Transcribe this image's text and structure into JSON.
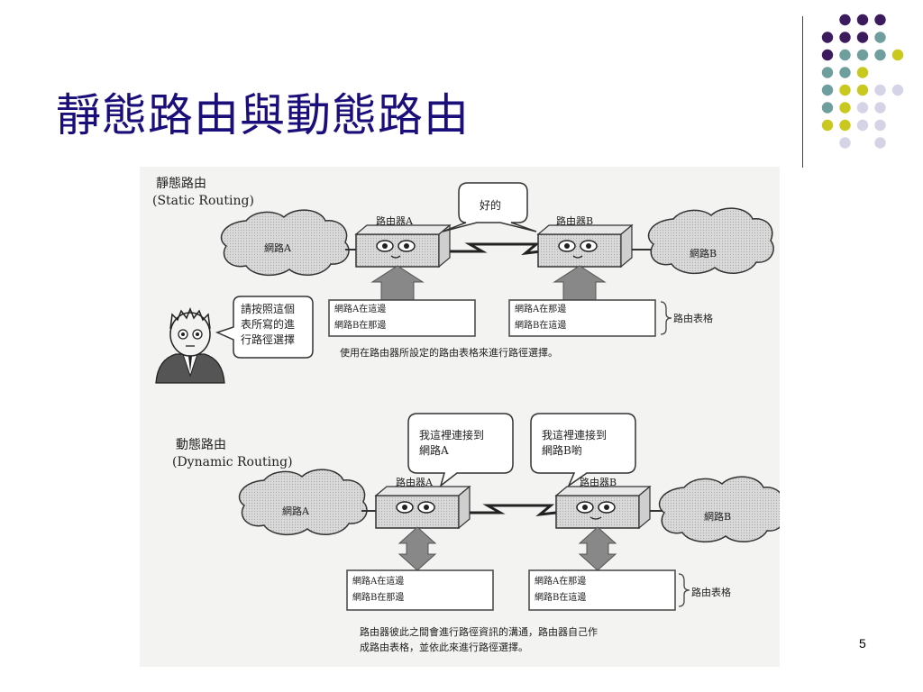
{
  "slide": {
    "title": "靜態路由與動態路由",
    "page_number": "5"
  },
  "colors": {
    "title": "#1a0e7a",
    "dot_purple": "#3b1a5e",
    "dot_teal": "#6f9e9e",
    "dot_yellow": "#c8c81e",
    "dot_lavender": "#d4d4e6"
  },
  "static_routing": {
    "heading": "靜態路由",
    "heading_en": "(Static Routing)",
    "router_a": "路由器A",
    "router_b": "路由器B",
    "network_a": "網路A",
    "network_b": "網路B",
    "speech": "好的",
    "person_speech": [
      "請按照這個",
      "表所寫的進",
      "行路徑選擇"
    ],
    "table_a": [
      "網路A在這邊",
      "網路B在那邊"
    ],
    "table_b": [
      "網路A在那邊",
      "網路B在這邊"
    ],
    "routing_table_label": "路由表格",
    "caption": "使用在路由器所設定的路由表格來進行路徑選擇。"
  },
  "dynamic_routing": {
    "heading": "動態路由",
    "heading_en": "(Dynamic Routing)",
    "router_a": "路由器A",
    "router_b": "路由器B",
    "network_a": "網路A",
    "network_b": "網路B",
    "speech_a": [
      "我這裡連接到",
      "網路A"
    ],
    "speech_b": [
      "我這裡連接到",
      "網路B喲"
    ],
    "table_a": [
      "網路A在這邊",
      "網路B在那邊"
    ],
    "table_b": [
      "網路A在那邊",
      "網路B在這邊"
    ],
    "routing_table_label": "路由表格",
    "caption": [
      "路由器彼此之間會進行路徑資訊的溝通，路由器自己作",
      "成路由表格，並依此來進行路徑選擇。"
    ]
  }
}
